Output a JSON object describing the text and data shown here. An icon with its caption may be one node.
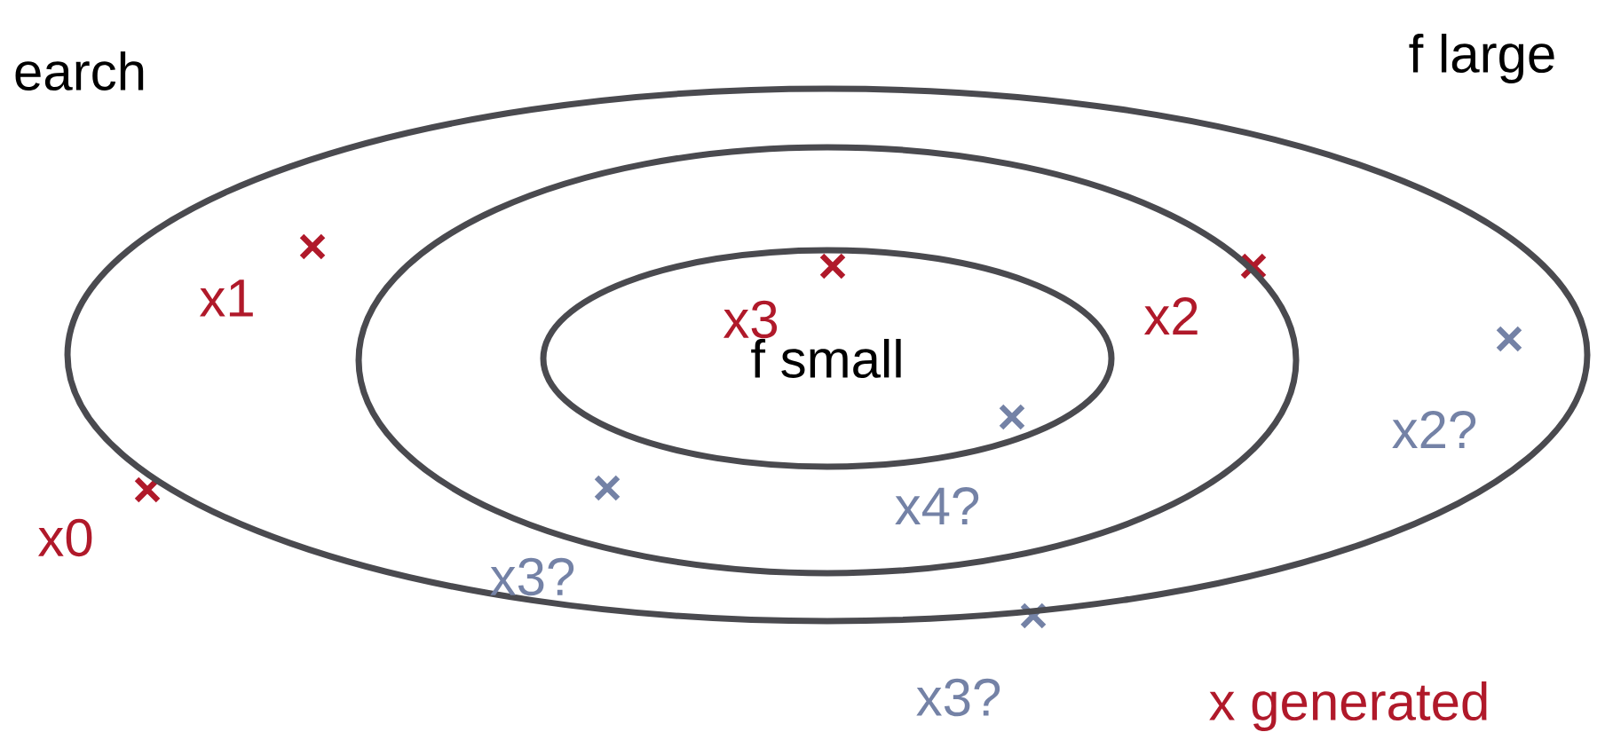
{
  "diagram": {
    "nodes": [
      {
        "text": [],
        "shape": "ellipse",
        "beside": [
          "f large"
        ]
      },
      {
        "text": [],
        "shape": "ellipse",
        "in": 0
      },
      {
        "text": [
          "f small"
        ],
        "in": 1
      }
    ],
    "labels": [
      "earch",
      "x1",
      "x3",
      "x2",
      "x2?",
      "x4?",
      "x0",
      "x3?",
      "x3?",
      "x generated"
    ]
  }
}
